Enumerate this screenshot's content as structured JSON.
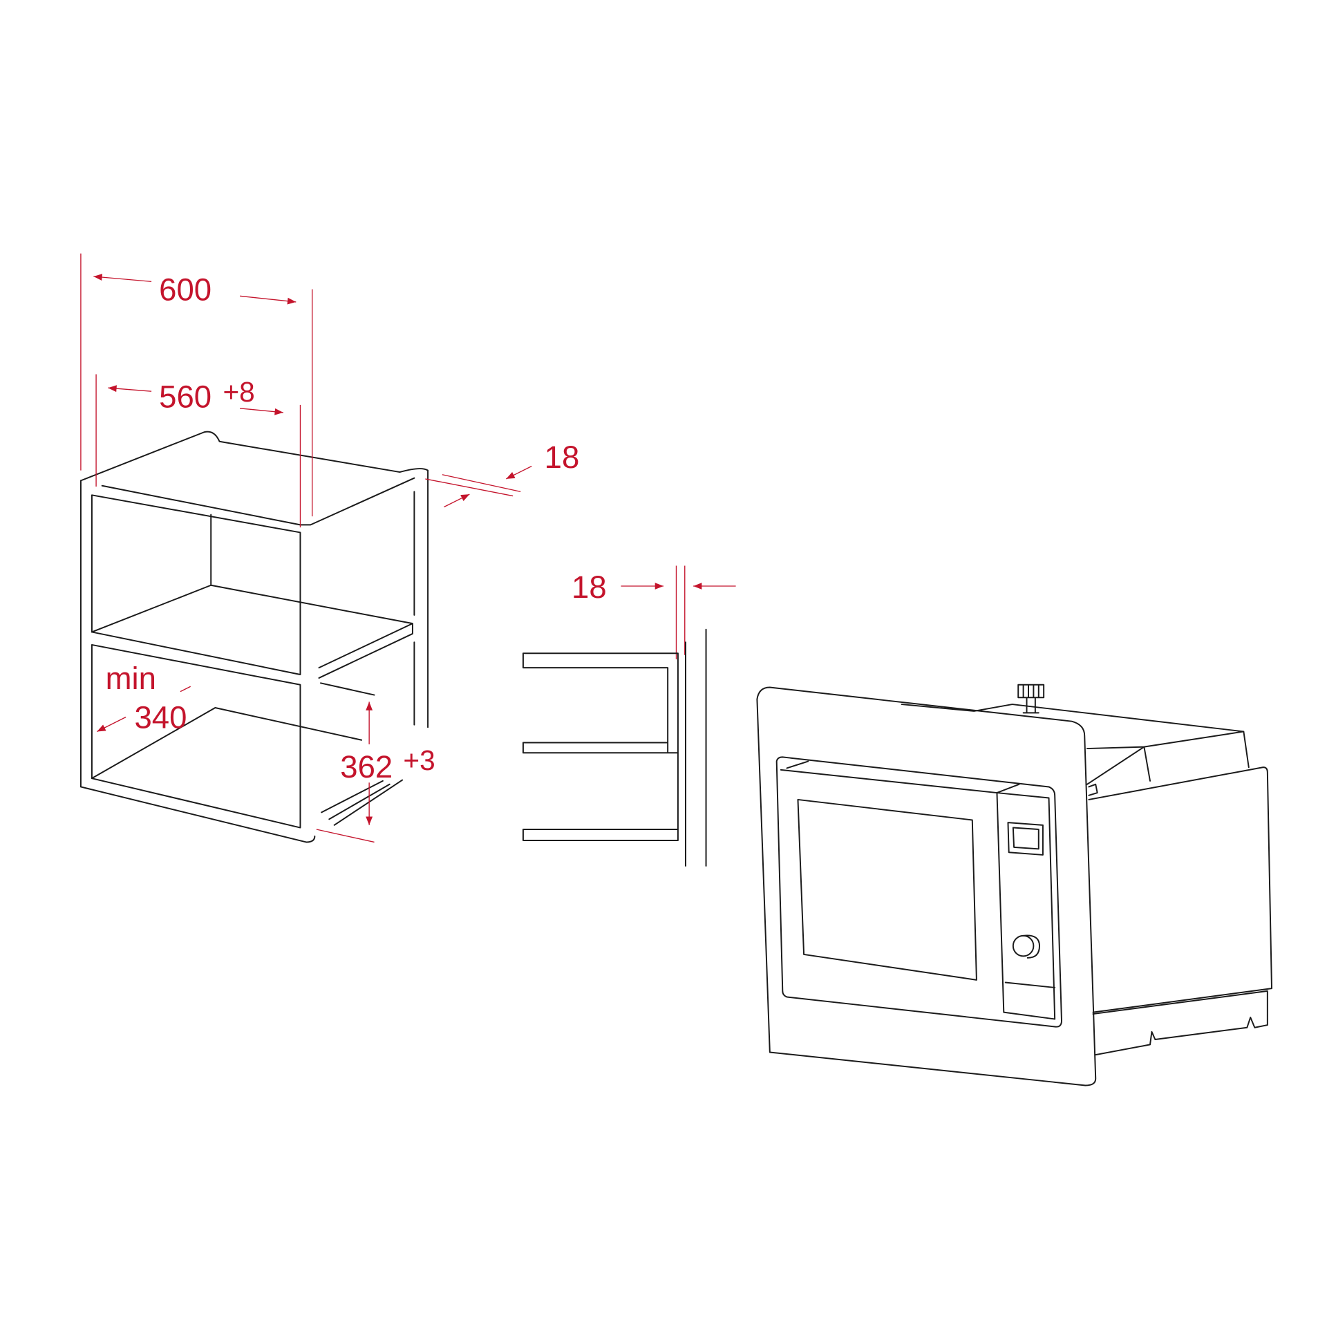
{
  "colors": {
    "dimension": "#c4142c",
    "outline": "#1a1a1a",
    "background": "#ffffff"
  },
  "dimensions": {
    "outer_width": "600",
    "niche_width": "560",
    "niche_width_tol": "+8",
    "panel_thickness_top": "18",
    "side_thickness": "18",
    "min_label": "min",
    "min_depth": "340",
    "niche_height": "362",
    "niche_height_tol": "+3"
  }
}
